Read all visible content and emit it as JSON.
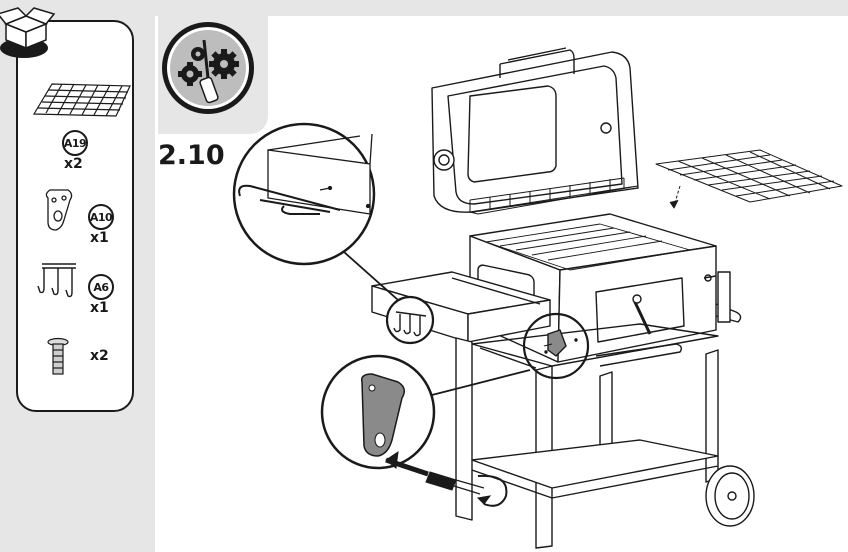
{
  "step": {
    "number": "2.10"
  },
  "parts": [
    {
      "name": "grill-grate",
      "code": "A19",
      "qty": "x2"
    },
    {
      "name": "bottle-opener",
      "code": "A10",
      "qty": "x1"
    },
    {
      "name": "hook-bar",
      "code": "A6",
      "qty": "x1"
    },
    {
      "name": "screw",
      "code": "",
      "qty": "x2"
    }
  ],
  "icons": [
    "parts-box-icon",
    "tools-gear-screwdriver-icon"
  ],
  "colors": {
    "line": "#1a1a1a",
    "panel": "#e6e6e6",
    "page": "#ffffff",
    "tool_fill": "#bdbdbd"
  }
}
